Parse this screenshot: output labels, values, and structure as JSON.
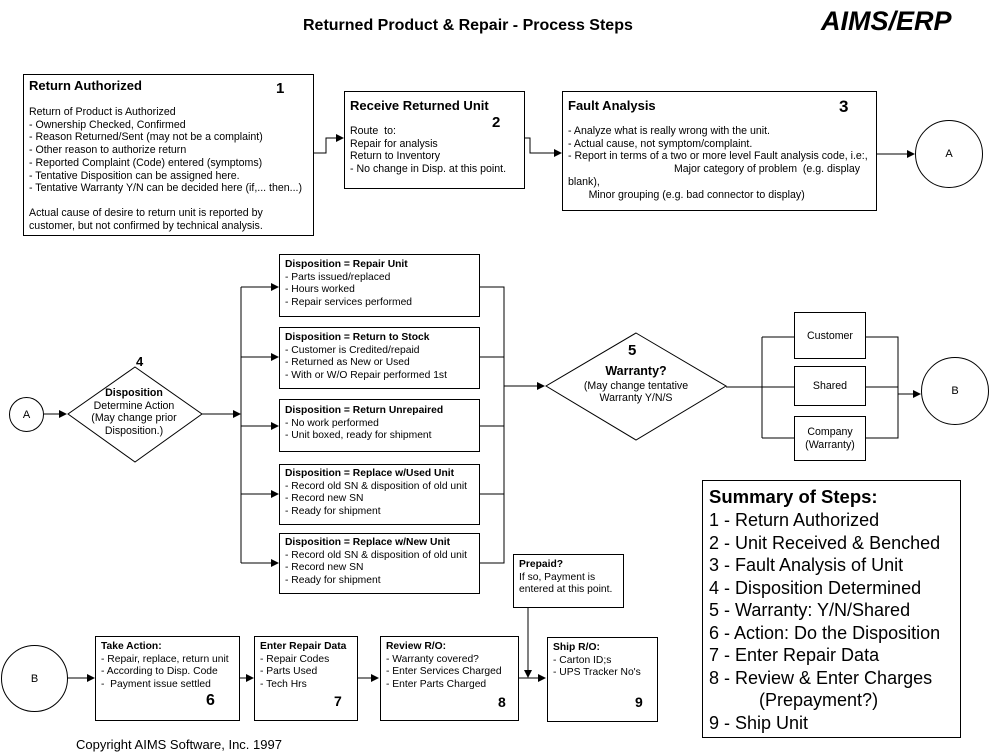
{
  "header": {
    "title": "Returned Product & Repair - Process Steps",
    "brand": "AIMS/ERP"
  },
  "steps": {
    "s1": {
      "title": "Return Authorized",
      "num": "1",
      "lines": [
        "Return of Product is Authorized",
        "- Ownership Checked, Confirmed",
        "- Reason Returned/Sent (may not be a complaint)",
        "- Other reason to authorize return",
        "- Reported Complaint (Code) entered (symptoms)",
        "- Tentative Disposition can be assigned here.",
        "- Tentative Warranty Y/N can be decided here (if,... then...)",
        "",
        "Actual cause of desire to return unit is reported by",
        "customer, but not confirmed by technical analysis."
      ]
    },
    "s2": {
      "title": "Receive Returned Unit",
      "num": "2",
      "lines": [
        "Route  to:",
        "Repair for analysis",
        "Return to Inventory",
        "- No change in Disp. at this point."
      ]
    },
    "s3": {
      "title": "Fault Analysis",
      "num": "3",
      "lines": [
        "- Analyze what is really wrong with the unit.",
        "- Actual cause, not symptom/complaint.",
        "- Report in terms of a two or more level Fault analysis code, i.e:,",
        "                                    Major category of problem  (e.g. display",
        "blank),",
        "       Minor grouping (e.g. bad connector to display)"
      ]
    },
    "s4": {
      "num": "4",
      "title": "Disposition",
      "lines": [
        "Determine Action",
        "(May change prior",
        "Disposition.)"
      ]
    },
    "s5": {
      "num": "5",
      "title": "Warranty?",
      "lines": [
        "(May change tentative",
        "Warranty Y/N/S"
      ]
    },
    "s6": {
      "title": "Take Action:",
      "num": "6",
      "lines": [
        "- Repair, replace, return unit",
        "- According to Disp. Code",
        "-  Payment issue settled"
      ]
    },
    "s7": {
      "title": "Enter Repair Data",
      "num": "7",
      "lines": [
        "- Repair Codes",
        "- Parts Used",
        "- Tech Hrs"
      ]
    },
    "s8": {
      "title": "Review R/O:",
      "num": "8",
      "lines": [
        "- Warranty covered?",
        "- Enter Services Charged",
        "- Enter Parts Charged"
      ]
    },
    "s9": {
      "title": "Ship R/O:",
      "num": "9",
      "lines": [
        "- Carton ID;s",
        "- UPS Tracker No's"
      ]
    }
  },
  "dispositions": [
    {
      "title": "Disposition = Repair Unit",
      "lines": [
        "- Parts issued/replaced",
        "- Hours worked",
        "- Repair services performed"
      ]
    },
    {
      "title": "Disposition = Return to Stock",
      "lines": [
        "- Customer is Credited/repaid",
        "- Returned as New or Used",
        "- With or W/O Repair performed 1st"
      ]
    },
    {
      "title": "Disposition = Return Unrepaired",
      "lines": [
        "- No work performed",
        "- Unit boxed, ready for shipment"
      ]
    },
    {
      "title": "Disposition = Replace w/Used Unit",
      "lines": [
        "- Record old SN & disposition of old unit",
        "- Record new SN",
        "- Ready for shipment"
      ]
    },
    {
      "title": "Disposition = Replace w/New Unit",
      "lines": [
        "- Record old SN & disposition of old unit",
        "- Record new SN",
        "- Ready for shipment"
      ]
    }
  ],
  "warranty_options": {
    "customer": "Customer",
    "shared": "Shared",
    "company": [
      "Company",
      "(Warranty)"
    ]
  },
  "prepaid": {
    "title": "Prepaid?",
    "lines": [
      "If so, Payment is",
      "entered at this point."
    ]
  },
  "connectors": {
    "a": "A",
    "b": "B"
  },
  "summary": {
    "title": "Summary of Steps:",
    "items": [
      "1 - Return Authorized",
      "2 - Unit Received & Benched",
      "3 - Fault Analysis of Unit",
      "4 - Disposition Determined",
      "5 - Warranty: Y/N/Shared",
      "6 - Action: Do the Disposition",
      "7 - Enter Repair Data",
      "8 - Review & Enter Charges",
      "          (Prepayment?)",
      "9 - Ship Unit"
    ]
  },
  "footer": {
    "copyright": "Copyright AIMS Software, Inc. 1997"
  }
}
